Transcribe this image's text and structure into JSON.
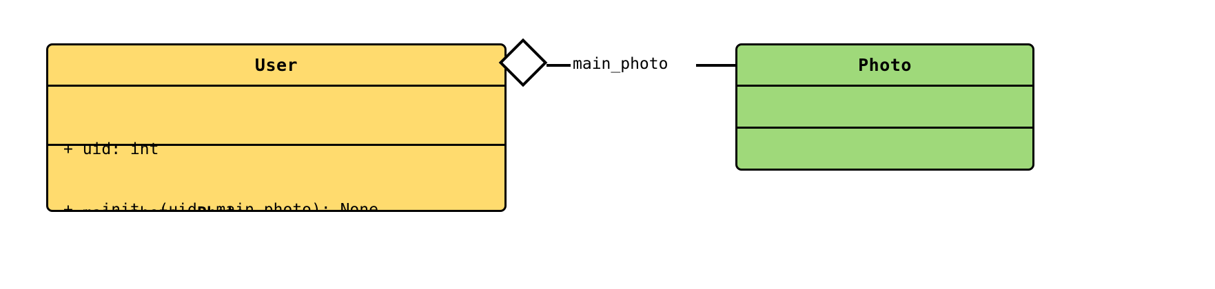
{
  "diagram": {
    "type": "uml-class-diagram",
    "background_color": "#FFFFFF",
    "classes": [
      {
        "id": "user",
        "name": "User",
        "fill_color": "#FFDB6E",
        "border_color": "#000000",
        "attributes": [
          {
            "visibility": "+",
            "text": "+ uid: int",
            "prefix": "+ uid: int",
            "type": ""
          },
          {
            "visibility": "+",
            "text": "+ main_photo: Photo",
            "prefix": "+ main_photo: ",
            "type": "Photo"
          }
        ],
        "operations": [
          {
            "visibility": "+",
            "text": "+ __init__(uid, main_photo): None"
          }
        ]
      },
      {
        "id": "photo",
        "name": "Photo",
        "fill_color": "#9FD97A",
        "border_color": "#000000",
        "attributes": [],
        "operations": []
      }
    ],
    "relationships": [
      {
        "id": "user-main-photo",
        "kind": "aggregation",
        "source": "User",
        "target": "Photo",
        "label": "main_photo",
        "source_decoration": "hollow-diamond",
        "target_decoration": "none"
      }
    ]
  }
}
